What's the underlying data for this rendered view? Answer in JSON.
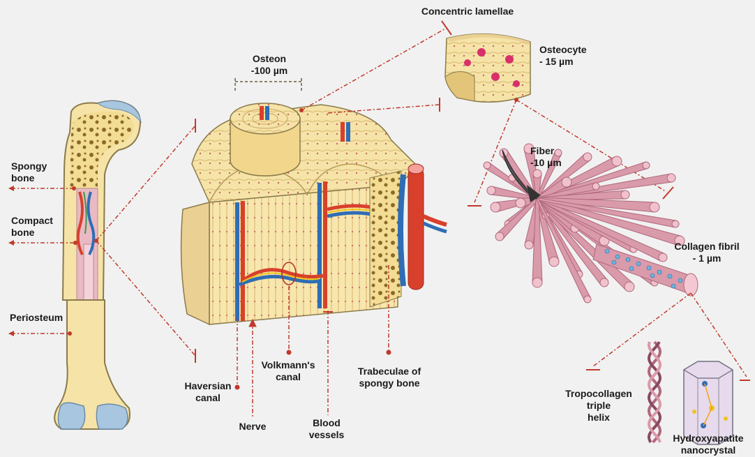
{
  "labels": {
    "spongy_bone": "Spongy\nbone",
    "compact_bone": "Compact\nbone",
    "periosteum": "Periosteum",
    "osteon": "Osteon\n-100 µm",
    "concentric_lamellae": "Concentric lamellae",
    "osteocyte": "Osteocyte\n- 15 µm",
    "fiber": "Fiber\n-10 µm",
    "collagen_fibril": "Collagen fibril\n- 1 µm",
    "haversian_canal": "Haversian\ncanal",
    "nerve": "Nerve",
    "volkmanns_canal": "Volkmann's\ncanal",
    "blood_vessels": "Blood\nvessels",
    "trabeculae": "Trabeculae of\nspongy bone",
    "tropocollagen": "Tropocollagen\ntriple\nhelix",
    "hydroxyapatite": "Hydroxyapatite\nnanocrystal"
  },
  "colors": {
    "background": "#f1f1f1",
    "bone": "#f5e3a8",
    "bone_outline": "#8a7a4a",
    "leader_line": "#c0392b",
    "artery": "#d8402b",
    "vein": "#2f6db5",
    "nerve": "#f2c21b",
    "marrow": "#e9b9c4",
    "joint_cartilage": "#a9c6e0",
    "collagen": "#d99aaa",
    "collagen_dark": "#b0687d"
  }
}
